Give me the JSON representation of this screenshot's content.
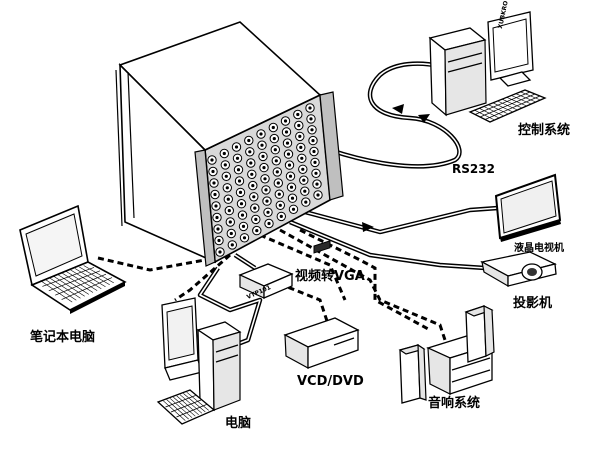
{
  "labels": {
    "control_system": "控制系统",
    "rs232": "RS232",
    "lcd_tv": "液晶电视机",
    "projector": "投影机",
    "laptop": "笔记本电脑",
    "video_to_vga": "视频转VGA",
    "converter_brand": "VTP101",
    "vcd_dvd": "VCD/DVD",
    "audio_system": "音响系统",
    "computer": "电脑",
    "monitor_brand": "XUBKRO"
  }
}
